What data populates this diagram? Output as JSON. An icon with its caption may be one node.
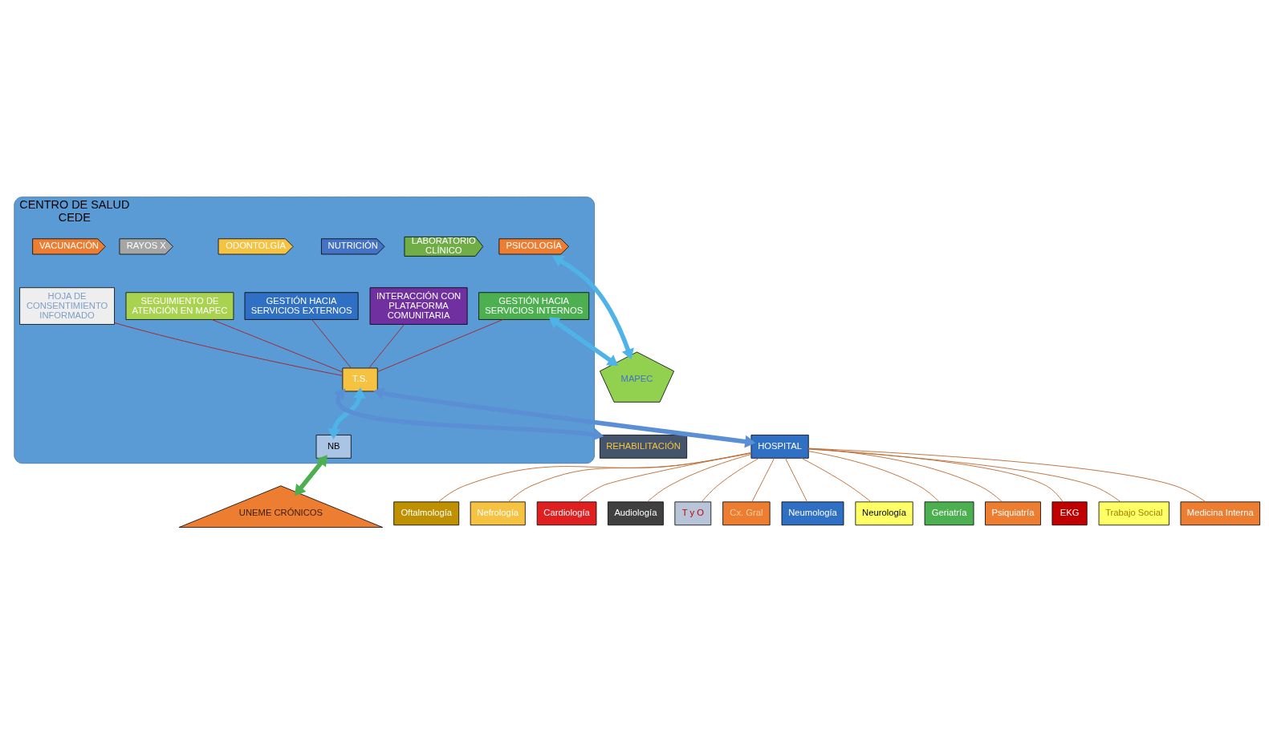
{
  "diagram": {
    "nodes": [
      {
        "text": [
          "CENTRO DE SALUD CEDE"
        ]
      },
      {
        "text": [
          "VACUNACIÓN"
        ],
        "in": 0
      },
      {
        "text": [
          "RAYOS X"
        ],
        "in": 0
      },
      {
        "text": [
          "ODONTOLGÍA"
        ],
        "in": 0
      },
      {
        "text": [
          "NUTRICIÓN"
        ],
        "in": 0
      },
      {
        "text": [
          "LABORATORIO CLÍNICO"
        ],
        "in": 0
      },
      {
        "text": [
          "PSICOLOGÍA"
        ],
        "in": 0
      },
      {
        "text": [
          "HOJA DE CONSENTIMIENTO INFORMADO"
        ],
        "in": 0
      },
      {
        "text": [
          "SEGUIMIENTO DE ATENCIÓN EN MAPEC"
        ],
        "in": 0
      },
      {
        "text": [
          "GESTIÓN HACIA SERVICIOS EXTERNOS"
        ],
        "in": 0
      },
      {
        "text": [
          "INTERACCIÓN CON PLATAFORMA COMUNITARIA"
        ],
        "in": 0
      },
      {
        "text": [
          "GESTIÓN HACIA SERVICIOS INTERNOS"
        ],
        "in": 0
      },
      {
        "text": [
          "T.S."
        ],
        "in": 0
      },
      {
        "text": [
          "NB"
        ],
        "in": 0
      },
      {
        "text": [
          "MAPEC"
        ]
      },
      {
        "text": [
          "REHABILITACIÓN"
        ]
      },
      {
        "text": [
          "UNEME CRÓNICOS"
        ]
      },
      {
        "text": [
          "HOSPITAL"
        ]
      },
      {
        "text": [
          "Trabajo Social"
        ]
      },
      {
        "text": [
          "Medicina Interna"
        ]
      },
      {
        "text": [
          "Oftalmología"
        ]
      },
      {
        "text": [
          "Nefrología"
        ]
      },
      {
        "text": [
          "Cardiología"
        ]
      },
      {
        "text": [
          "Audiología"
        ]
      },
      {
        "text": [
          "T y O"
        ]
      },
      {
        "text": [
          "Cx. Gral"
        ]
      },
      {
        "text": [
          "Neumología"
        ]
      },
      {
        "text": [
          "Neurología"
        ]
      },
      {
        "text": [
          "Geriatría"
        ]
      },
      {
        "text": [
          "Psiquiatría"
        ]
      },
      {
        "text": [
          "EKG"
        ]
      }
    ],
    "edges": [
      {
        "from": 7,
        "to": 12,
        "arrow": "none",
        "color": "#a0282d"
      },
      {
        "from": 8,
        "to": 12,
        "arrow": "none",
        "color": "#a0282d"
      },
      {
        "from": 9,
        "to": 12,
        "arrow": "none",
        "color": "#a0282d"
      },
      {
        "from": 10,
        "to": 12,
        "arrow": "none",
        "color": "#a0282d"
      },
      {
        "from": 11,
        "to": 12,
        "arrow": "none",
        "color": "#a0282d"
      },
      {
        "from": 6,
        "to": 14,
        "arrow": "both",
        "style": "thick",
        "color": "#4fb3e8"
      },
      {
        "from": 11,
        "to": 14,
        "arrow": "both",
        "style": "thick",
        "color": "#4fb3e8"
      },
      {
        "from": 12,
        "to": 13,
        "arrow": "both",
        "style": "thick",
        "color": "#4fb3e8"
      },
      {
        "from": 13,
        "to": 16,
        "arrow": "both",
        "style": "thick",
        "color": "#4caf50"
      },
      {
        "from": 12,
        "to": 15,
        "arrow": "both",
        "style": "thick",
        "color": "#5b8fd5"
      },
      {
        "from": 12,
        "to": 17,
        "arrow": "both",
        "style": "thick",
        "color": "#5b8fd5"
      },
      {
        "from": 17,
        "to": 18,
        "arrow": "none"
      },
      {
        "from": 17,
        "to": 19,
        "arrow": "none"
      },
      {
        "from": 17,
        "to": 20,
        "arrow": "none"
      },
      {
        "from": 17,
        "to": 21,
        "arrow": "none"
      },
      {
        "from": 17,
        "to": 22,
        "arrow": "none"
      },
      {
        "from": 17,
        "to": 23,
        "arrow": "none"
      },
      {
        "from": 17,
        "to": 24,
        "arrow": "none"
      },
      {
        "from": 17,
        "to": 25,
        "arrow": "none"
      },
      {
        "from": 17,
        "to": 26,
        "arrow": "none"
      },
      {
        "from": 17,
        "to": 27,
        "arrow": "none"
      },
      {
        "from": 17,
        "to": 28,
        "arrow": "none"
      },
      {
        "from": 17,
        "to": 29,
        "arrow": "none"
      },
      {
        "from": 17,
        "to": 30,
        "arrow": "none"
      }
    ]
  }
}
